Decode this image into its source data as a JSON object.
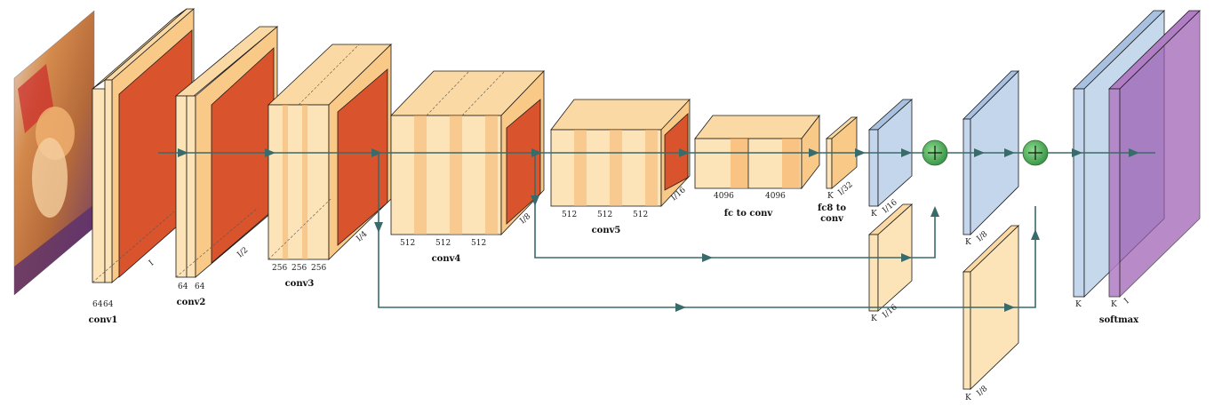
{
  "colors": {
    "block_front": "#fde4b8",
    "block_side": "#f9c988",
    "block_top": "#fbd9a4",
    "stripe": "#f6b56e",
    "pool": "#d9542c",
    "pool_side": "#b8401f",
    "score": "#c4d6ec",
    "score_side": "#a9c1e0",
    "softmax": "#9b59b0",
    "sum": "#4caf50",
    "arrow": "#3a6b6b"
  },
  "labels": {
    "conv1": "conv1",
    "conv2": "conv2",
    "conv3": "conv3",
    "conv4": "conv4",
    "conv5": "conv5",
    "fc_to_conv": "fc to conv",
    "fc8_to_conv_line1": "fc8 to",
    "fc8_to_conv_line2": "conv",
    "softmax": "softmax"
  },
  "dims": {
    "conv1_c1": "64",
    "conv1_c2": "64",
    "conv1_scale": "I",
    "conv2_c1": "64",
    "conv2_c2": "64",
    "conv2_scale": "I/2",
    "conv3_c1": "256",
    "conv3_c2": "256",
    "conv3_c3": "256",
    "conv3_scale": "I/4",
    "conv4_c1": "512",
    "conv4_c2": "512",
    "conv4_c3": "512",
    "conv4_scale": "I/8",
    "conv5_c1": "512",
    "conv5_c2": "512",
    "conv5_c3": "512",
    "conv5_scale": "I/16",
    "fc_c1": "4096",
    "fc_c2": "4096",
    "fc8_k": "K",
    "fc8_scale": "I/32",
    "up1_k": "K",
    "up1_scale": "I/16",
    "skip1_k": "K",
    "skip1_scale": "I/16",
    "up2_k": "K",
    "up2_scale": "I/8",
    "skip2_k": "K",
    "skip2_scale": "I/8",
    "out_k1": "K",
    "out_k2": "K",
    "out_scale": "I"
  }
}
